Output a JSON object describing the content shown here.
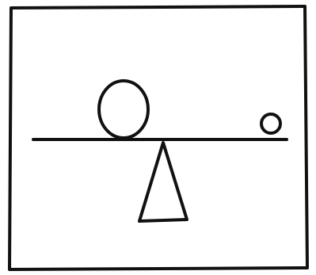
{
  "diagram": {
    "description_visible_text": "",
    "style": {
      "stroke": "#111111",
      "background": "#ffffff"
    },
    "elements": {
      "frame": "frame-rectangle",
      "beam": "lever-beam",
      "fulcrum": "fulcrum-triangle",
      "large_weight": "large-circle-weight",
      "small_weight": "small-circle-weight"
    }
  }
}
